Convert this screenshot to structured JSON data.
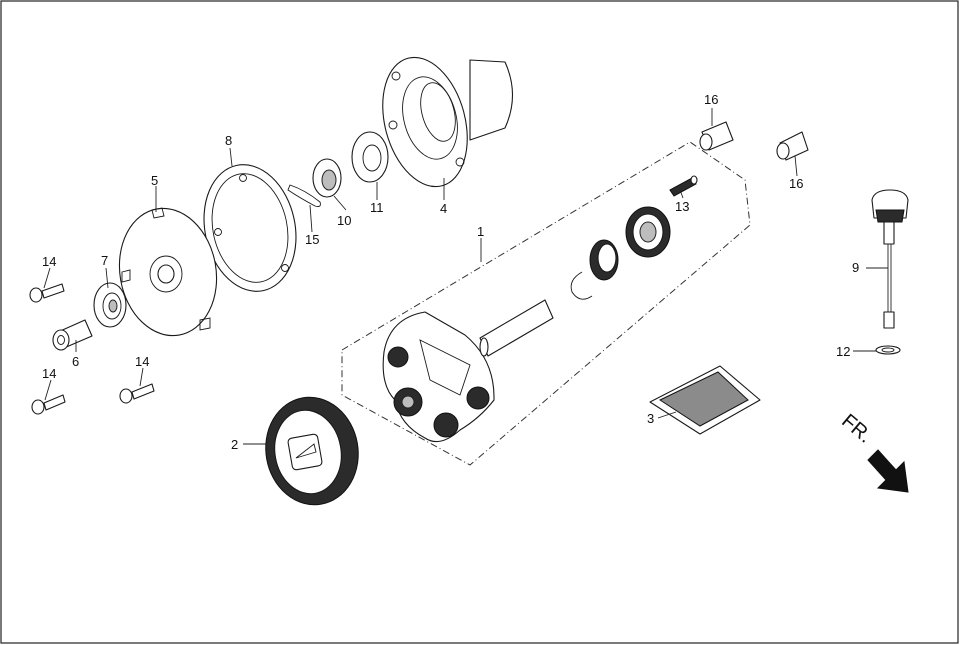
{
  "callouts": {
    "c1": "1",
    "c2": "2",
    "c3": "3",
    "c4": "4",
    "c5": "5",
    "c6": "6",
    "c7": "7",
    "c8": "8",
    "c9": "9",
    "c10": "10",
    "c11": "11",
    "c12": "12",
    "c13": "13",
    "c14a": "14",
    "c14b": "14",
    "c14c": "14",
    "c15": "15",
    "c16a": "16",
    "c16b": "16"
  },
  "direction": {
    "label": "FR."
  },
  "icons": {
    "direction_arrow": "arrow-down-right-icon"
  }
}
